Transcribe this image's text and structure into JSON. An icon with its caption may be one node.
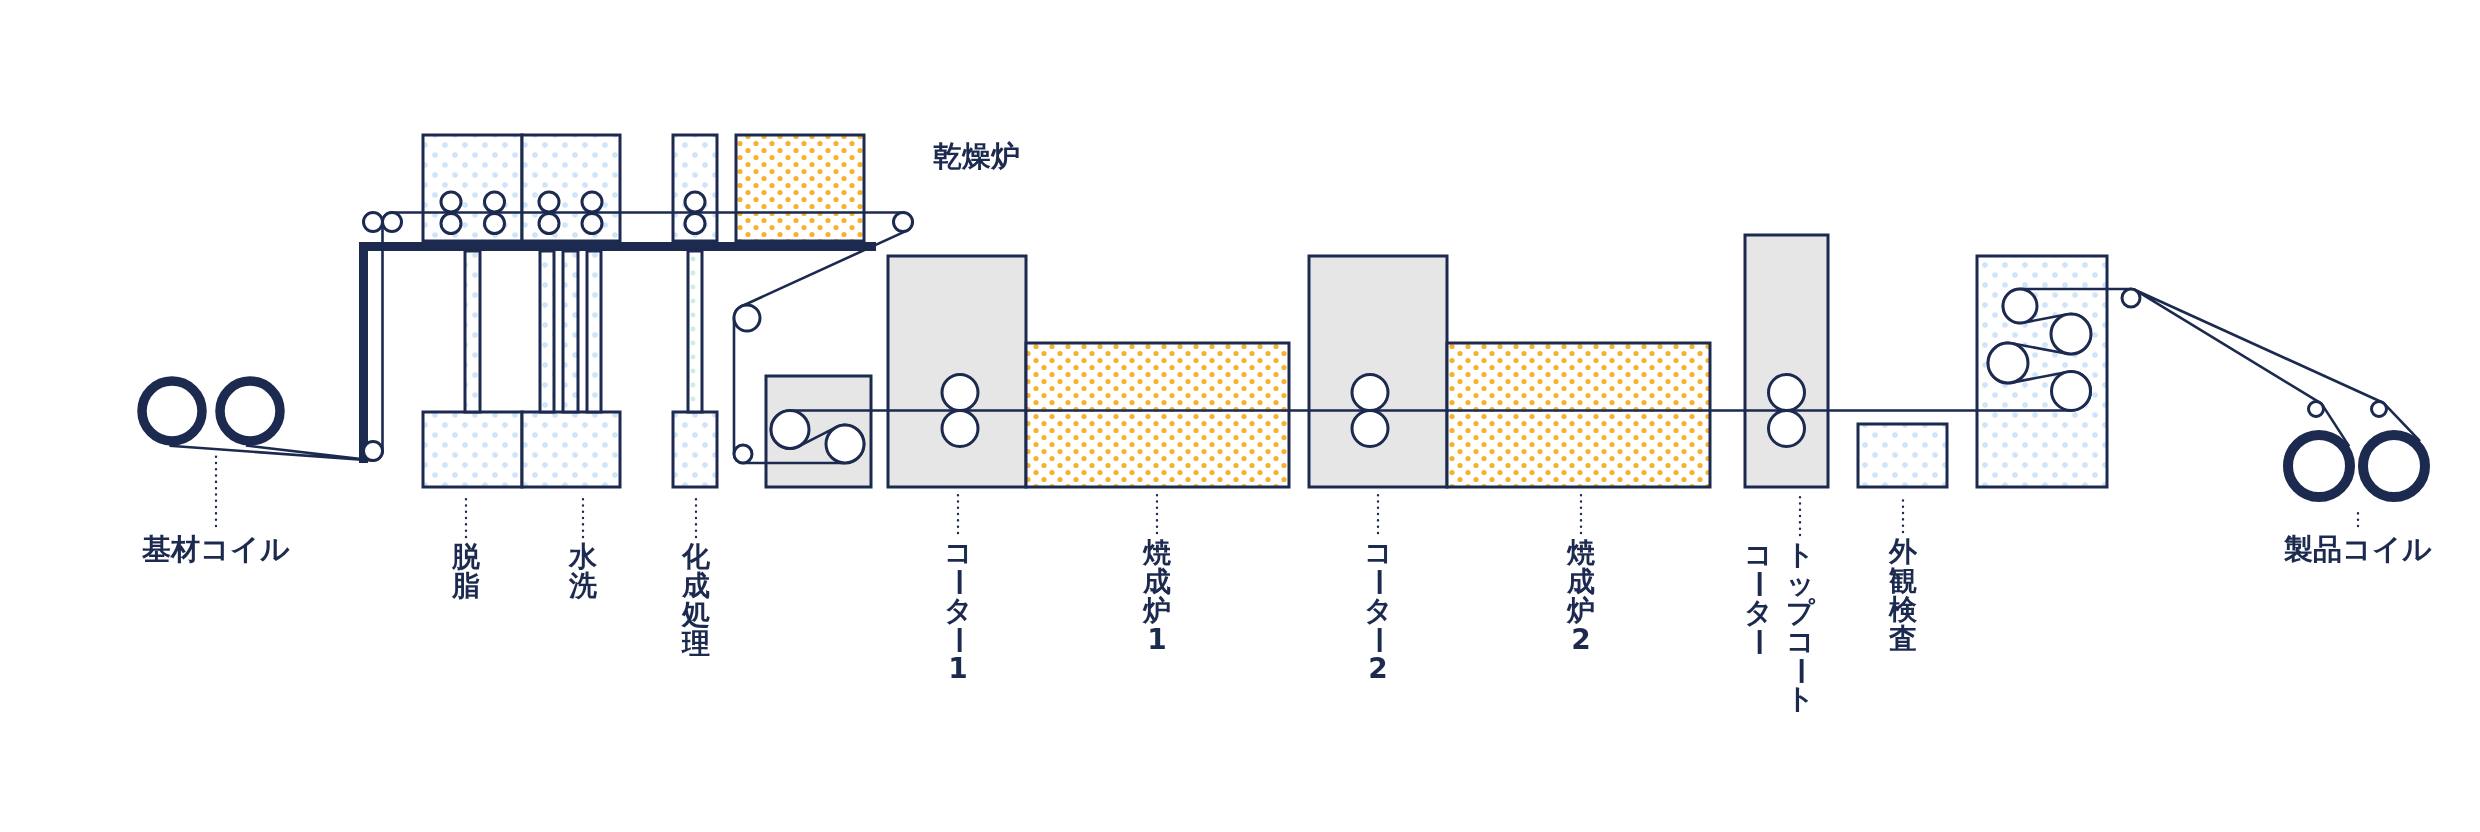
{
  "diagram": {
    "nodes": [
      {
        "text": [
          "基材コイル"
        ]
      },
      {
        "text": [],
        "shape": "circle"
      },
      {
        "text": [
          "脱脂"
        ]
      },
      {
        "text": [],
        "shape": "box"
      },
      {
        "text": [
          "水洗"
        ]
      },
      {
        "text": [],
        "shape": "box"
      },
      {
        "text": [
          "化成処理"
        ]
      },
      {
        "text": [],
        "shape": "box"
      },
      {
        "text": [
          "コーター1"
        ]
      },
      {
        "text": [],
        "shape": "box"
      },
      {
        "text": [
          "焼成炉1"
        ]
      },
      {
        "text": [],
        "shape": "box"
      },
      {
        "text": [
          "コーター2"
        ]
      },
      {
        "text": [],
        "shape": "box"
      },
      {
        "text": [
          "焼成炉2"
        ]
      },
      {
        "text": [],
        "shape": "box"
      },
      {
        "text": [
          "トップコートコーター"
        ]
      },
      {
        "text": [],
        "shape": "box"
      },
      {
        "text": [
          "外観検査"
        ]
      },
      {
        "text": [],
        "shape": "box"
      },
      {
        "text": [
          "製品コイル"
        ]
      },
      {
        "text": [],
        "shape": "circle"
      }
    ],
    "edges": [
      {
        "from": 0,
        "to": 1,
        "arrow": "none",
        "style": "dashed"
      },
      {
        "from": 2,
        "to": 3,
        "arrow": "none",
        "style": "dashed"
      },
      {
        "from": 4,
        "to": 5,
        "arrow": "none",
        "style": "dashed"
      },
      {
        "from": 6,
        "to": 7,
        "arrow": "none",
        "style": "dashed"
      },
      {
        "from": 8,
        "to": 9,
        "arrow": "none",
        "style": "dashed"
      },
      {
        "from": 10,
        "to": 11,
        "arrow": "none",
        "style": "dashed"
      },
      {
        "from": 12,
        "to": 13,
        "arrow": "none",
        "style": "dashed"
      },
      {
        "from": 14,
        "to": 15,
        "arrow": "none",
        "style": "dashed"
      },
      {
        "from": 16,
        "to": 17,
        "arrow": "none",
        "style": "dashed"
      },
      {
        "from": 18,
        "to": 19,
        "arrow": "none",
        "style": "dashed"
      },
      {
        "from": 20,
        "to": 21,
        "arrow": "none",
        "style": "dashed"
      }
    ],
    "labels": [
      "乾燥炉"
    ]
  }
}
